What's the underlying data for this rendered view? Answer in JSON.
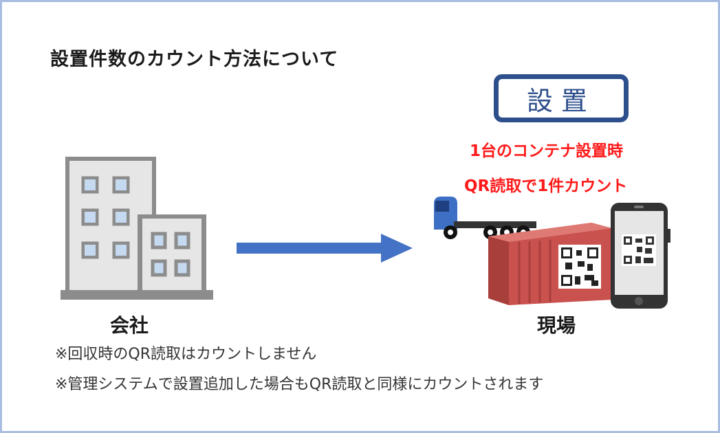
{
  "title": "設置件数のカウント方法について",
  "badge": {
    "label": "設置"
  },
  "highlight": {
    "line1": "1台のコンテナ設置時",
    "line2": "QR読取で1件カウント"
  },
  "labels": {
    "company": "会社",
    "site": "現場"
  },
  "notes": [
    "※回収時のQR読取はカウントしません",
    "※管理システムで設置追加した場合もQR読取と同様にカウントされます"
  ],
  "icons": {
    "building": "office-building-icon",
    "arrow": "right-arrow-icon",
    "truck": "container-truck-icon",
    "container": "shipping-container-icon",
    "phone": "smartphone-qr-icon"
  },
  "colors": {
    "frame": "#a9bde0",
    "badge": "#2d4f8c",
    "highlight": "#ff1a1a",
    "arrow": "#4472c4",
    "container": "#c9524f"
  }
}
